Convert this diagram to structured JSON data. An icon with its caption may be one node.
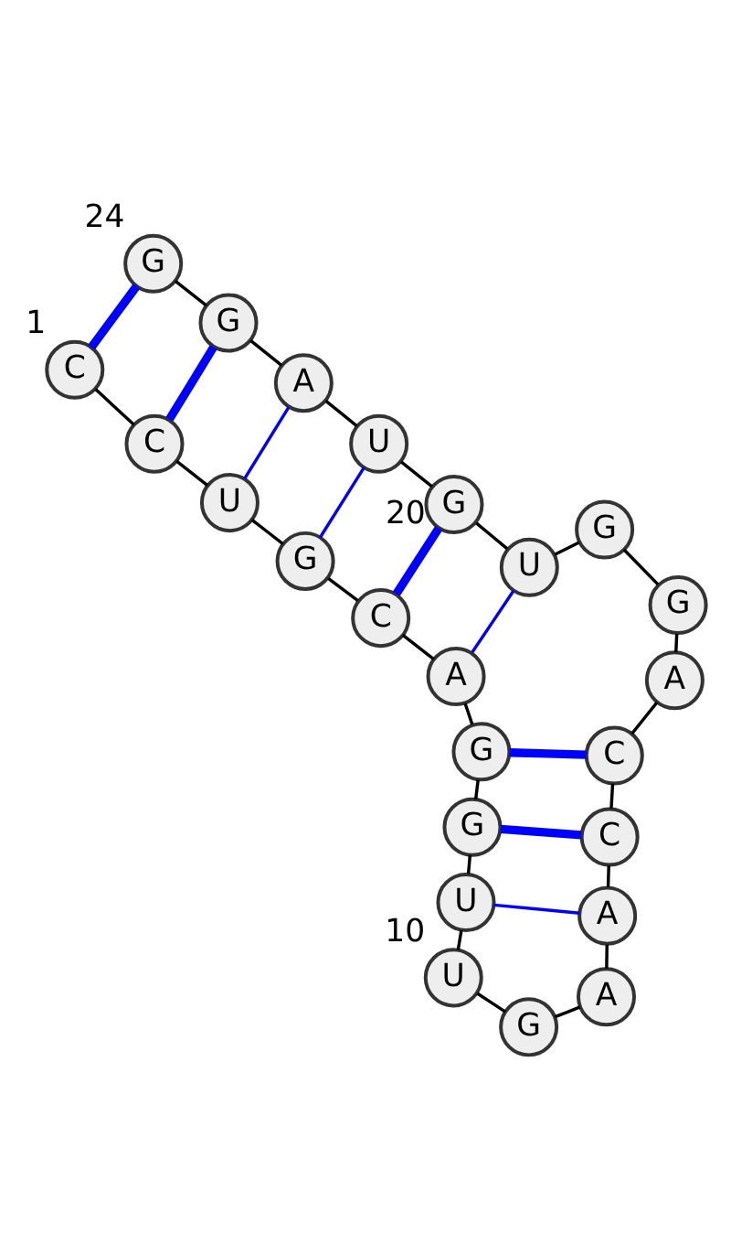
{
  "diagram": {
    "nodes": [
      {
        "text": [
          "C"
        ],
        "beside": [
          "1"
        ]
      },
      {
        "text": [
          "C"
        ]
      },
      {
        "text": [
          "U"
        ]
      },
      {
        "text": [
          "G"
        ]
      },
      {
        "text": [
          "C"
        ]
      },
      {
        "text": [
          "A"
        ]
      },
      {
        "text": [
          "G"
        ]
      },
      {
        "text": [
          "G"
        ]
      },
      {
        "text": [
          "U"
        ]
      },
      {
        "text": [
          "U"
        ],
        "beside": [
          "10"
        ]
      },
      {
        "text": [
          "G"
        ]
      },
      {
        "text": [
          "A"
        ]
      },
      {
        "text": [
          "A"
        ]
      },
      {
        "text": [
          "C"
        ]
      },
      {
        "text": [
          "C"
        ]
      },
      {
        "text": [
          "A"
        ]
      },
      {
        "text": [
          "G"
        ]
      },
      {
        "text": [
          "G"
        ]
      },
      {
        "text": [
          "U"
        ]
      },
      {
        "text": [
          "G"
        ],
        "beside": [
          "20"
        ]
      },
      {
        "text": [
          "U"
        ]
      },
      {
        "text": [
          "A"
        ]
      },
      {
        "text": [
          "G"
        ]
      },
      {
        "text": [
          "G"
        ],
        "beside": [
          "24"
        ]
      }
    ],
    "edges": [
      {
        "from": 0,
        "to": 1,
        "arrow": "none"
      },
      {
        "from": 1,
        "to": 2,
        "arrow": "none"
      },
      {
        "from": 2,
        "to": 3,
        "arrow": "none"
      },
      {
        "from": 3,
        "to": 4,
        "arrow": "none"
      },
      {
        "from": 4,
        "to": 5,
        "arrow": "none"
      },
      {
        "from": 5,
        "to": 6,
        "arrow": "none"
      },
      {
        "from": 6,
        "to": 7,
        "arrow": "none"
      },
      {
        "from": 7,
        "to": 8,
        "arrow": "none"
      },
      {
        "from": 8,
        "to": 9,
        "arrow": "none"
      },
      {
        "from": 9,
        "to": 10,
        "arrow": "none"
      },
      {
        "from": 10,
        "to": 11,
        "arrow": "none"
      },
      {
        "from": 11,
        "to": 12,
        "arrow": "none"
      },
      {
        "from": 12,
        "to": 13,
        "arrow": "none"
      },
      {
        "from": 13,
        "to": 14,
        "arrow": "none"
      },
      {
        "from": 14,
        "to": 15,
        "arrow": "none"
      },
      {
        "from": 15,
        "to": 16,
        "arrow": "none"
      },
      {
        "from": 16,
        "to": 17,
        "arrow": "none"
      },
      {
        "from": 17,
        "to": 18,
        "arrow": "none"
      },
      {
        "from": 18,
        "to": 19,
        "arrow": "none"
      },
      {
        "from": 19,
        "to": 20,
        "arrow": "none"
      },
      {
        "from": 20,
        "to": 21,
        "arrow": "none"
      },
      {
        "from": 21,
        "to": 22,
        "arrow": "none"
      },
      {
        "from": 22,
        "to": 23,
        "arrow": "none"
      },
      {
        "from": 0,
        "to": 23,
        "arrow": "none",
        "style": "thick",
        "color": "#0000ff"
      },
      {
        "from": 1,
        "to": 22,
        "arrow": "none",
        "style": "thick",
        "color": "#0000ff"
      },
      {
        "from": 2,
        "to": 21,
        "arrow": "none",
        "color": "#0000ff"
      },
      {
        "from": 3,
        "to": 20,
        "arrow": "none",
        "color": "#0000ff"
      },
      {
        "from": 4,
        "to": 19,
        "arrow": "none",
        "style": "thick",
        "color": "#0000ff"
      },
      {
        "from": 5,
        "to": 18,
        "arrow": "none",
        "color": "#0000ff"
      },
      {
        "from": 6,
        "to": 14,
        "arrow": "none",
        "style": "thick",
        "color": "#0000ff"
      },
      {
        "from": 7,
        "to": 13,
        "arrow": "none",
        "style": "thick",
        "color": "#0000ff"
      },
      {
        "from": 8,
        "to": 12,
        "arrow": "none",
        "color": "#0000ff"
      }
    ]
  }
}
